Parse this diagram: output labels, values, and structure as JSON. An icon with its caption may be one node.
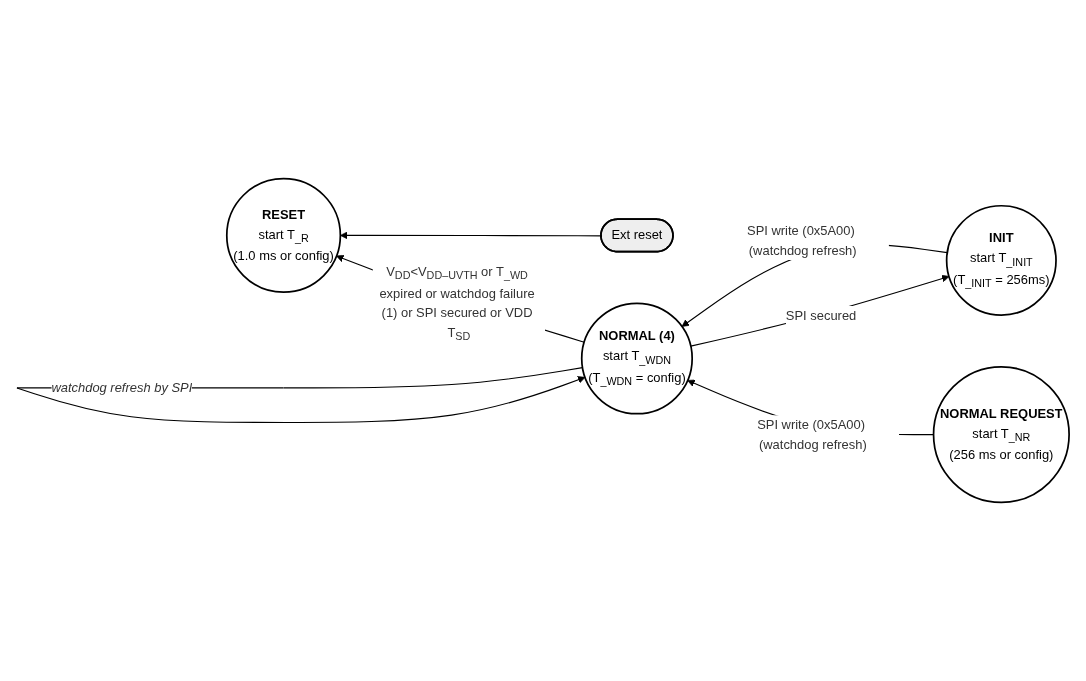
{
  "diagram": {
    "nodes": [
      {
        "text": [
          "Ext reset"
        ]
      },
      {
        "text": [
          "RESET",
          "start T$_{_R}$",
          "(1.0 ms or config)"
        ]
      },
      {
        "text": [
          "INIT",
          "start T$_{_INIT}$",
          "(T$_{_INIT}$ = 256ms)"
        ]
      },
      {
        "text": [
          "NORMAL (4)",
          "start T$_{_WDN}$",
          "(T$_{_WDN}$ = config)"
        ]
      },
      {
        "text": [
          "NORMAL REQUEST",
          "start T$_{_NR}$",
          "(256 ms or config)"
        ]
      }
    ],
    "edges": [
      {
        "from": 0,
        "to": 1,
        "arrow": "to"
      },
      {
        "from": 3,
        "to": 1,
        "arrow": "to",
        "label": "V$_{DD}$<V$_{DD–UVTH}$ or T$_{_WD}$ expired or watchdog failure (1) or SPI secured or VDD T$_{SD}$"
      },
      {
        "from": 3,
        "to": 2,
        "arrow": "to",
        "label": "SPI secured"
      },
      {
        "from": 2,
        "to": 3,
        "arrow": "to",
        "label": "SPI write (0x5A00) (watchdog refresh)"
      },
      {
        "from": 3,
        "to": 3,
        "arrow": "to",
        "label": "watchdog refresh by SPI"
      },
      {
        "from": 4,
        "to": 3,
        "arrow": "to",
        "label": "SPI write (0x5A00) (watchdog refresh)"
      }
    ]
  }
}
